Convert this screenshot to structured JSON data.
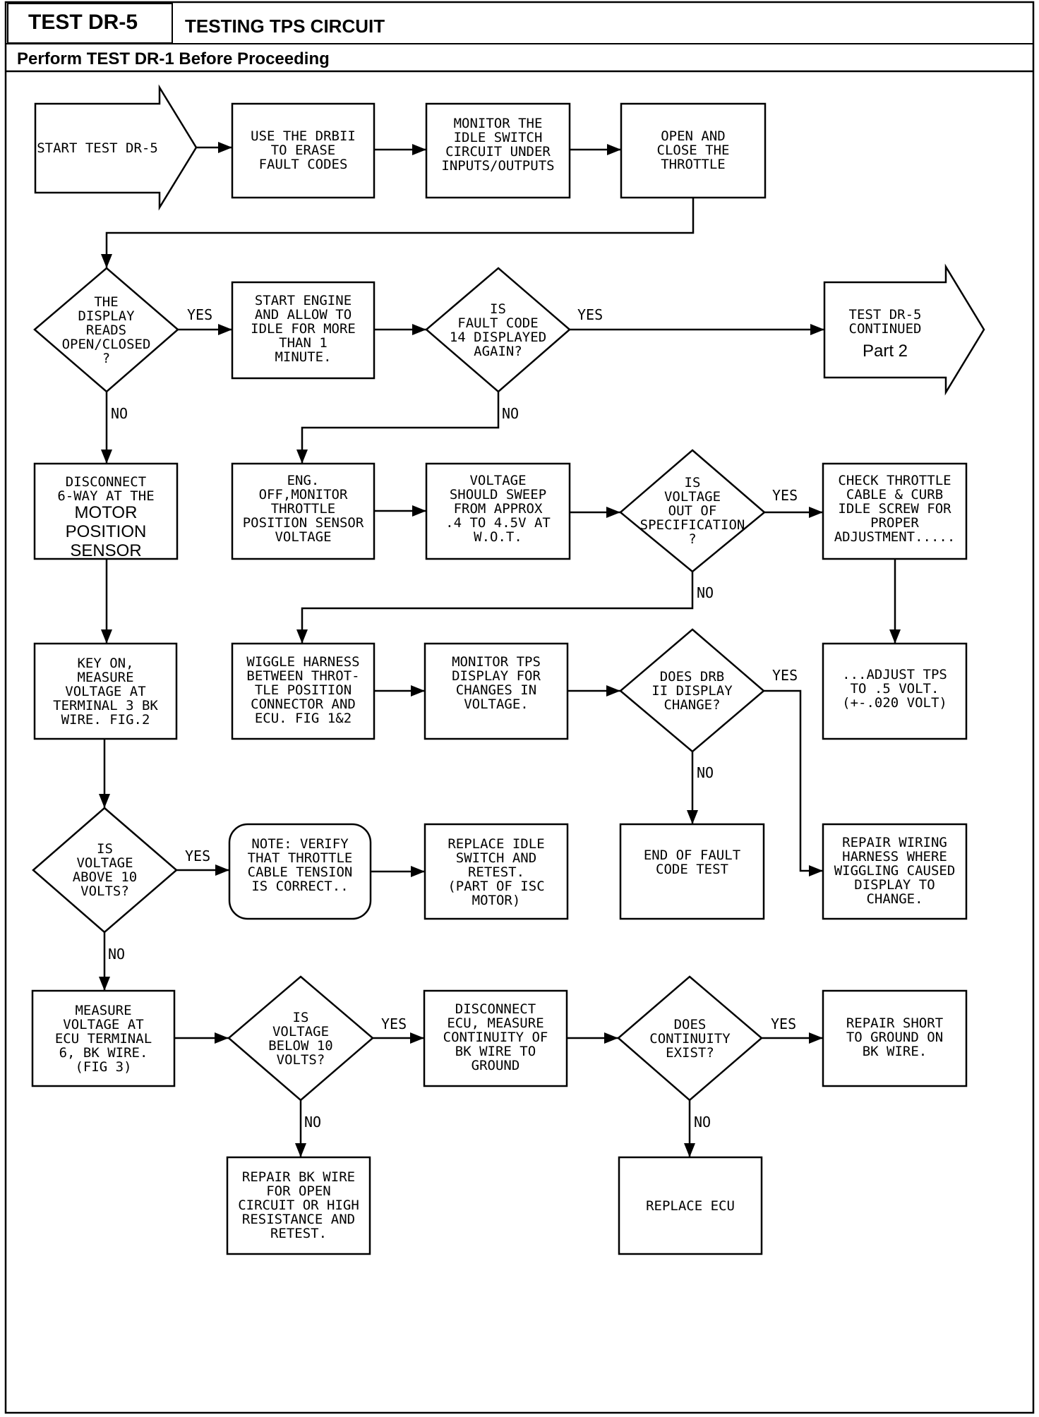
{
  "header": {
    "test_id": "TEST DR-5",
    "title": "TESTING TPS CIRCUIT",
    "subtitle": "Perform TEST DR-1 Before Proceeding"
  },
  "steps": {
    "start": "START TEST DR-5",
    "erase_codes": "USE THE DRBII\nTO ERASE\nFAULT CODES",
    "monitor_idle": "MONITOR THE\nIDLE SWITCH\nCIRCUIT UNDER\nINPUTS/OUTPUTS",
    "open_close": "OPEN AND\nCLOSE THE\nTHROTTLE",
    "q_display_reads": "THE\nDISPLAY\nREADS\nOPEN/CLOSED\n?",
    "start_engine": "START ENGINE\nAND ALLOW TO\nIDLE FOR MORE\nTHAN 1\nMINUTE.",
    "q_fault_14": "IS\nFAULT CODE\n14 DISPLAYED\nAGAIN?",
    "continued_a": "TEST DR-5\nCONTINUED",
    "continued_b": "Part 2",
    "disconnect_6way_a": "DISCONNECT\n6-WAY AT THE",
    "disconnect_6way_b": "MOTOR\nPOSITION\nSENSOR",
    "eng_off": "ENG.\nOFF,MONITOR\nTHROTTLE\nPOSITION SENSOR\nVOLTAGE",
    "voltage_sweep": "VOLTAGE\nSHOULD SWEEP\nFROM APPROX\n.4 TO 4.5V AT\nW.O.T.",
    "q_voltage_spec": "IS\nVOLTAGE\nOUT OF\nSPECIFICATION\n?",
    "check_cable": "CHECK THROTTLE\nCABLE & CURB\nIDLE SCREW FOR\nPROPER\nADJUSTMENT.....",
    "key_on": "KEY ON,\nMEASURE\nVOLTAGE AT\nTERMINAL 3 BK\nWIRE. FIG.2",
    "wiggle": "WIGGLE HARNESS\nBETWEEN THROT-\nTLE POSITION\nCONNECTOR AND\nECU. FIG 1&2",
    "monitor_tps": "MONITOR TPS\nDISPLAY FOR\nCHANGES IN\nVOLTAGE.",
    "q_drb_change": "DOES DRB\nII DISPLAY\nCHANGE?",
    "adjust_tps": "...ADJUST TPS\nTO .5 VOLT.\n(+-.020 VOLT)",
    "q_above_10": "IS\nVOLTAGE\nABOVE 10\nVOLTS?",
    "note_verify": "NOTE: VERIFY\nTHAT THROTTLE\nCABLE TENSION\nIS CORRECT..",
    "replace_idle": "REPLACE IDLE\nSWITCH AND\nRETEST.\n(PART OF ISC\nMOTOR)",
    "end_fault": "END OF FAULT\nCODE TEST",
    "repair_wiring": "REPAIR WIRING\nHARNESS WHERE\nWIGGLING CAUSED\nDISPLAY TO\nCHANGE.",
    "measure_ecu": "MEASURE\nVOLTAGE AT\nECU TERMINAL\n6, BK WIRE.\n(FIG 3)",
    "q_below_10": "IS\nVOLTAGE\nBELOW 10\nVOLTS?",
    "disconnect_ecu": "DISCONNECT\nECU, MEASURE\nCONTINUITY OF\nBK WIRE TO\nGROUND",
    "q_continuity": "DOES\nCONTINUITY\nEXIST?",
    "repair_short": "REPAIR SHORT\nTO GROUND ON\nBK WIRE.",
    "repair_bk": "REPAIR BK WIRE\nFOR OPEN\nCIRCUIT OR HIGH\nRESISTANCE AND\nRETEST.",
    "replace_ecu": "REPLACE ECU"
  },
  "labels": {
    "yes": "YES",
    "no": "NO"
  }
}
